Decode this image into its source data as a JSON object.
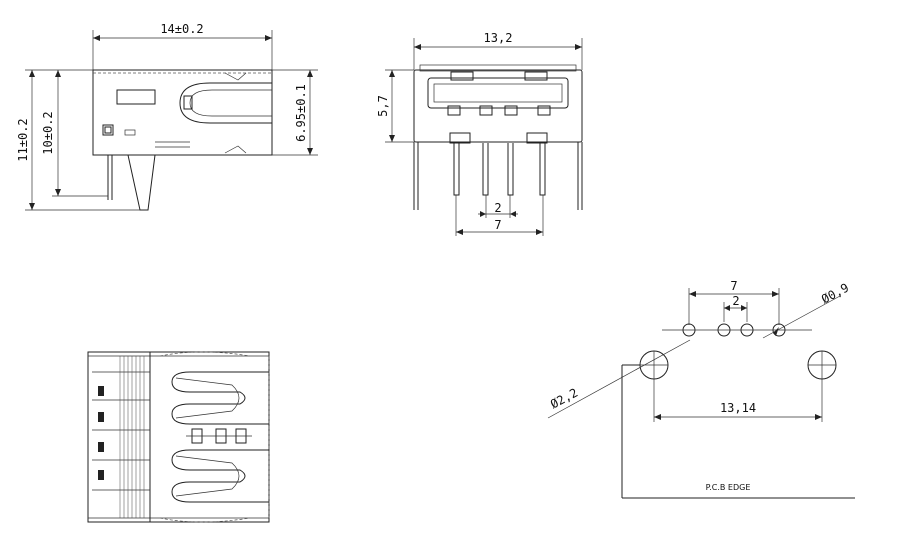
{
  "views": {
    "side": {
      "width_label": "14±0.2",
      "height_outer_label": "11±0.2",
      "height_inner_label": "10±0.2",
      "pin_height_label": "6.95±0.1"
    },
    "front": {
      "width_label": "13,2",
      "height_label": "5,7",
      "pitch_label": "2",
      "span_label": "7"
    },
    "footprint": {
      "span_label": "7",
      "pitch_label": "2",
      "small_hole_label": "Ø0,9",
      "large_hole_label": "Ø2,2",
      "mount_span_label": "13,14",
      "edge_label": "P.C.B EDGE"
    }
  }
}
